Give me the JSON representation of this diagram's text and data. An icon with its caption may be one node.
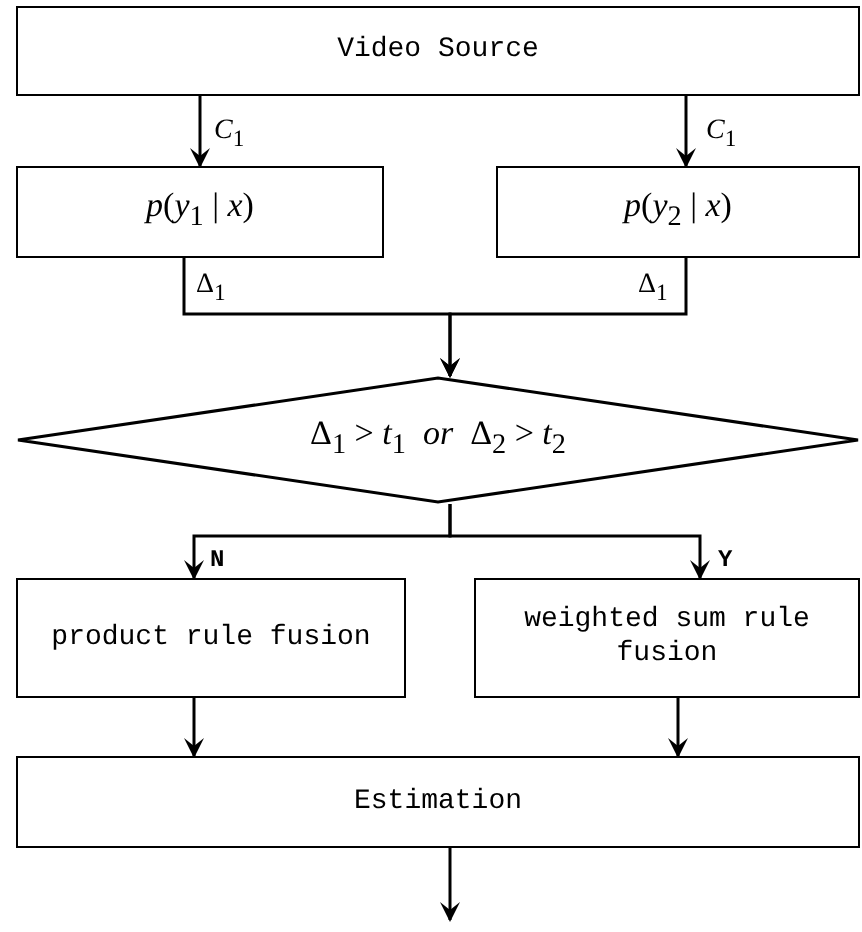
{
  "diagram": {
    "nodes": [
      {
        "text": [
          "Video Source"
        ]
      },
      {
        "text": [
          "*p*(*y*$_{1}$ | *x*)"
        ]
      },
      {
        "text": [
          "*p*(*y*$_{2}$ | *x*)"
        ]
      },
      {
        "text": [
          "Δ$_{1}$ > *t*$_{1}$  *or*  Δ$_{2}$ > *t*$_{2}$"
        ]
      },
      {
        "text": [
          "product rule fusion"
        ]
      },
      {
        "text": [
          "weighted sum rule fusion"
        ]
      },
      {
        "text": [
          "Estimation"
        ]
      }
    ],
    "edges": [
      {
        "from": 0,
        "to": 1,
        "arrow": "to",
        "label": "*C*$_{1}$"
      },
      {
        "from": 0,
        "to": 2,
        "arrow": "to",
        "label": "*C*$_{1}$"
      },
      {
        "from": 1,
        "to": 3,
        "arrow": "to",
        "label": "Δ$_{1}$"
      },
      {
        "from": 2,
        "to": 3,
        "arrow": "to",
        "label": "Δ$_{1}$"
      },
      {
        "from": 3,
        "to": 4,
        "arrow": "to",
        "label": "N"
      },
      {
        "from": 3,
        "to": 5,
        "arrow": "to",
        "label": "Y"
      },
      {
        "from": 4,
        "to": 6,
        "arrow": "to"
      },
      {
        "from": 5,
        "to": 6,
        "arrow": "to"
      },
      {
        "from": 6,
        "to": null,
        "arrow": "to"
      }
    ]
  }
}
